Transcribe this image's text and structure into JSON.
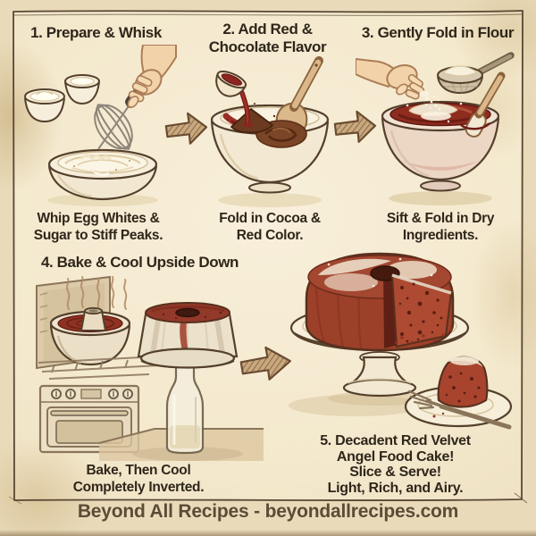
{
  "palette": {
    "paper": "#e9dbba",
    "paper_light": "#f6ecd4",
    "ink_outline": "#54402c",
    "text": "#2f261b",
    "footer_text": "#5d4b37",
    "red_velvet": "#9c3a27",
    "deep_red": "#6f2418",
    "cream": "#f8f1de",
    "cocoa_brown": "#6b3a20",
    "wood_tan": "#d9b483",
    "skin": "#f2d2a9",
    "arrow_tan": "#c8a87e"
  },
  "steps": [
    {
      "title_lines": [
        "1. Prepare & Whisk"
      ],
      "caption_lines": [
        "Whip Egg Whites &",
        "Sugar to Stiff Peaks."
      ],
      "scene": "whisk-egg-whites"
    },
    {
      "title_lines": [
        "2. Add Red &",
        "Chocolate Flavor"
      ],
      "caption_lines": [
        "Fold in Cocoa &",
        "Red Color."
      ],
      "scene": "add-red-and-cocoa"
    },
    {
      "title_lines": [
        "3. Gently Fold in Flour"
      ],
      "caption_lines": [
        "Sift & Fold in Dry",
        "Ingredients."
      ],
      "scene": "sift-flour"
    },
    {
      "title_lines": [
        "4. Bake & Cool Upside Down"
      ],
      "caption_lines": [
        "Bake, Then Cool",
        "Completely Inverted."
      ],
      "scene": "bake-and-cool-inverted"
    },
    {
      "title_lines": [],
      "caption_lines": [
        "5. Decadent Red Velvet",
        "Angel Food Cake!",
        "Slice & Serve!",
        "Light, Rich, and Airy."
      ],
      "scene": "finished-cake-on-stand"
    }
  ],
  "footer": {
    "text": "Beyond All Recipes - beyondallrecipes.com"
  }
}
